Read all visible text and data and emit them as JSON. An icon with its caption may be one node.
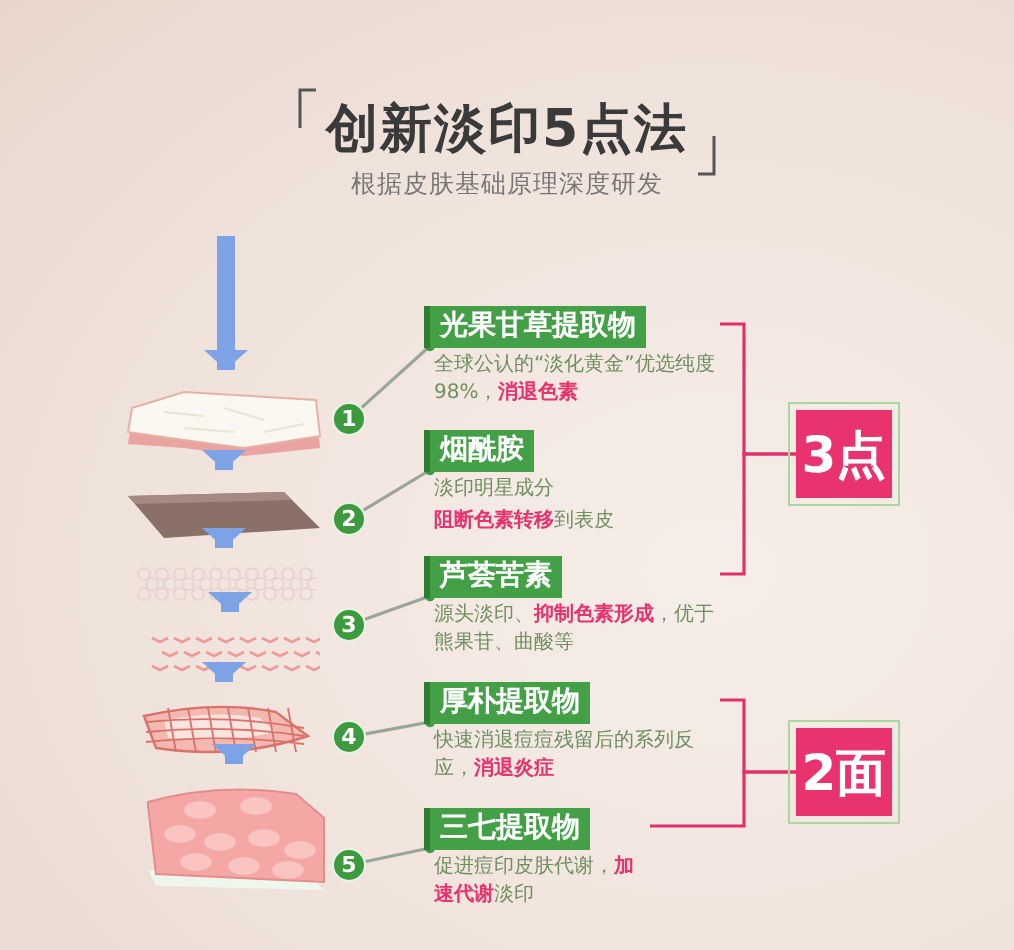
{
  "diagram": {
    "title": "创新淡印5点法",
    "nodes": [
      {
        "text": [],
        "shape": "picture"
      },
      {
        "text": [],
        "shape": "picture"
      },
      {
        "text": [],
        "shape": "picture"
      },
      {
        "text": [],
        "shape": "picture"
      },
      {
        "text": [],
        "shape": "picture"
      },
      {
        "text": [],
        "shape": "picture"
      },
      {
        "text": [
          "1"
        ]
      },
      {
        "text": [
          "2"
        ]
      },
      {
        "text": [
          "3"
        ]
      },
      {
        "text": [
          "4"
        ]
      },
      {
        "text": [
          "5"
        ]
      },
      {
        "text": [
          "光果甘草提取物",
          "全球公认的“淡化黄金”优选纯度98%，**消退色素**"
        ]
      },
      {
        "text": [
          "烟酰胺",
          "淡印明星成分",
          "**阻断色素转移**到表皮"
        ]
      },
      {
        "text": [
          "芦荟苦素",
          "源头淡印、**抑制色素形成**，优于熊果苷、曲酸等"
        ]
      },
      {
        "text": [
          "厚朴提取物",
          "快速消退痘痘残留后的系列反应，**消退炎症**"
        ]
      },
      {
        "text": [
          "三七提取物",
          "促进痘印皮肤代谢，**加速代谢**淡印"
        ]
      },
      {
        "text": [
          "3点"
        ]
      },
      {
        "text": [
          "2面"
        ]
      }
    ],
    "edges": [
      {
        "from": null,
        "to": 0,
        "arrow": "to",
        "style": "thick"
      },
      {
        "from": 0,
        "to": 1,
        "arrow": "to",
        "style": "thick"
      },
      {
        "from": 1,
        "to": 2,
        "arrow": "to",
        "style": "thick"
      },
      {
        "from": 2,
        "to": 3,
        "arrow": "to",
        "style": "thick"
      },
      {
        "from": 3,
        "to": 4,
        "arrow": "to",
        "style": "thick"
      },
      {
        "from": 4,
        "to": 5,
        "arrow": "to",
        "style": "thick"
      },
      {
        "from": 6,
        "to": 11,
        "arrow": "other",
        "color": "#9aa59a"
      },
      {
        "from": 7,
        "to": 12,
        "arrow": "other",
        "color": "#9aa59a"
      },
      {
        "from": 8,
        "to": 13,
        "arrow": "other",
        "color": "#9aa59a"
      },
      {
        "from": 9,
        "to": 14,
        "arrow": "other",
        "color": "#9aa59a"
      },
      {
        "from": 10,
        "to": 15,
        "arrow": "other",
        "color": "#9aa59a"
      },
      {
        "from": 11,
        "to": 16,
        "arrow": "none",
        "color": "#e0306a"
      },
      {
        "from": 13,
        "to": 16,
        "arrow": "none",
        "color": "#e0306a"
      },
      {
        "from": 14,
        "to": 17,
        "arrow": "none",
        "color": "#e0306a"
      },
      {
        "from": 15,
        "to": 17,
        "arrow": "none",
        "color": "#e0306a"
      }
    ],
    "labels": [
      "根据皮肤基础原理深度研发"
    ]
  }
}
